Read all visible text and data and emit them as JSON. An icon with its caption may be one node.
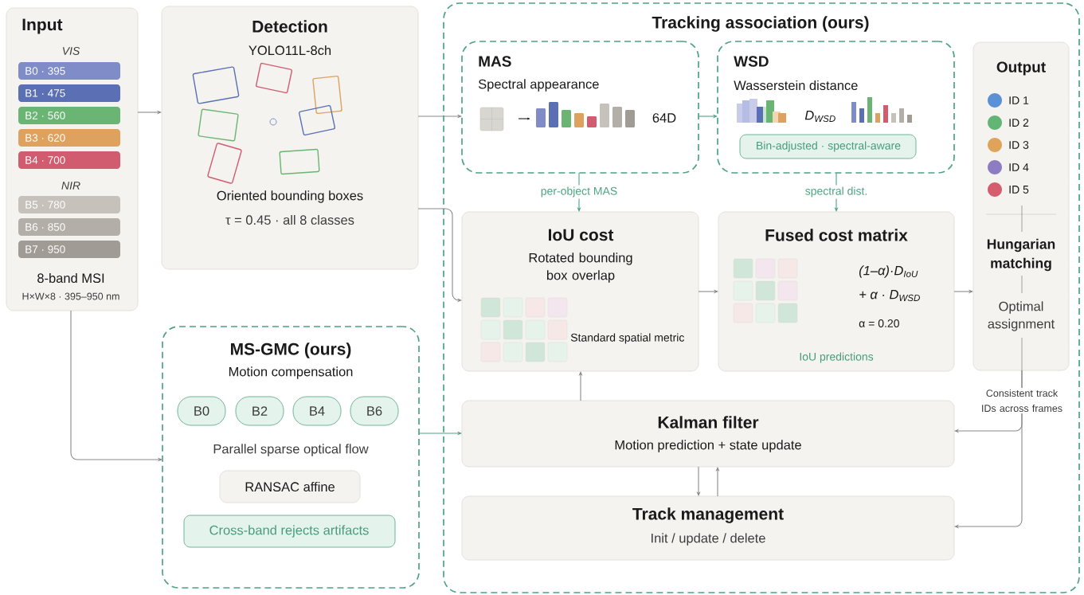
{
  "diagram": {
    "nodes": [
      {
        "text": [
          "Input",
          "VIS",
          "NIR",
          "8-band MSI",
          "H×W×8 · 395–950 nm"
        ]
      },
      {
        "text": [
          "B0 · 395"
        ],
        "in": 0
      },
      {
        "text": [
          "B1 · 475"
        ],
        "in": 0
      },
      {
        "text": [
          "B2 · 560"
        ],
        "in": 0
      },
      {
        "text": [
          "B3 · 620"
        ],
        "in": 0
      },
      {
        "text": [
          "B4 · 700"
        ],
        "in": 0
      },
      {
        "text": [
          "B5 · 780"
        ],
        "in": 0
      },
      {
        "text": [
          "B6 · 850"
        ],
        "in": 0
      },
      {
        "text": [
          "B7 · 950"
        ],
        "in": 0
      },
      {
        "text": [
          "Detection",
          "YOLO11L-8ch",
          "Oriented bounding boxes",
          "τ = 0.45 · all 8 classes"
        ]
      },
      {
        "text": [
          "Tracking association (ours)"
        ]
      },
      {
        "text": [
          "MAS",
          "Spectral appearance",
          "64D"
        ],
        "in": 10
      },
      {
        "text": [
          "WSD",
          "Wasserstein distance",
          "D$_{WSD}$"
        ],
        "in": 10
      },
      {
        "text": [
          "Bin-adjusted · spectral-aware"
        ],
        "in": 12
      },
      {
        "text": [
          "Output",
          "Hungarian matching",
          "Optimal assignment"
        ],
        "in": 10
      },
      {
        "text": [
          "IoU cost",
          "Rotated bounding box overlap",
          "Standard spatial metric"
        ],
        "in": 10
      },
      {
        "text": [
          "Fused cost matrix",
          "(1–α)·D$_{IoU}$",
          "+ α · D$_{WSD}$",
          "α = 0.20",
          "IoU predictions"
        ],
        "in": 10
      },
      {
        "text": [
          "Kalman filter",
          "Motion prediction + state update"
        ],
        "in": 10
      },
      {
        "text": [
          "Track management",
          "Init / update / delete"
        ],
        "in": 10
      },
      {
        "text": [
          "MS-GMC (ours)",
          "Motion compensation",
          "Parallel sparse optical flow"
        ]
      },
      {
        "text": [
          "B0"
        ],
        "in": 19
      },
      {
        "text": [
          "B2"
        ],
        "in": 19
      },
      {
        "text": [
          "B4"
        ],
        "in": 19
      },
      {
        "text": [
          "B6"
        ],
        "in": 19
      },
      {
        "text": [
          "RANSAC affine"
        ],
        "in": 19
      },
      {
        "text": [
          "Cross-band rejects artifacts"
        ],
        "in": 19
      }
    ],
    "edges": [
      {
        "from": 0,
        "to": 9,
        "arrow": "to"
      },
      {
        "from": 9,
        "to": 11,
        "arrow": "to"
      },
      {
        "from": 9,
        "to": 15,
        "arrow": "to"
      },
      {
        "from": 0,
        "to": 19,
        "arrow": "to"
      },
      {
        "from": 11,
        "to": 12,
        "arrow": "to",
        "color": "#4fa383"
      },
      {
        "from": 11,
        "to": 15,
        "arrow": "to",
        "label": "per-object MAS",
        "color": "#4fa383"
      },
      {
        "from": 12,
        "to": 16,
        "arrow": "to",
        "label": "spectral dist.",
        "color": "#4fa383"
      },
      {
        "from": 15,
        "to": 16,
        "arrow": "to"
      },
      {
        "from": 16,
        "to": 14,
        "arrow": "to"
      },
      {
        "from": 17,
        "to": 15,
        "arrow": "to"
      },
      {
        "from": 19,
        "to": 17,
        "arrow": "to",
        "color": "#4fa383"
      },
      {
        "from": 17,
        "to": 18,
        "arrow": "to"
      },
      {
        "from": 18,
        "to": 17,
        "arrow": "to"
      },
      {
        "from": 14,
        "to": 17,
        "arrow": "to",
        "label": "Consistent track IDs across frames"
      },
      {
        "from": 14,
        "to": 18,
        "arrow": "to"
      }
    ],
    "legend": [
      {
        "text": "ID 1",
        "color": "#5b8fd6"
      },
      {
        "text": "ID 2",
        "color": "#62b574"
      },
      {
        "text": "ID 3",
        "color": "#e0a35a"
      },
      {
        "text": "ID 4",
        "color": "#8e7cc3"
      },
      {
        "text": "ID 5",
        "color": "#d45d6e"
      }
    ]
  }
}
